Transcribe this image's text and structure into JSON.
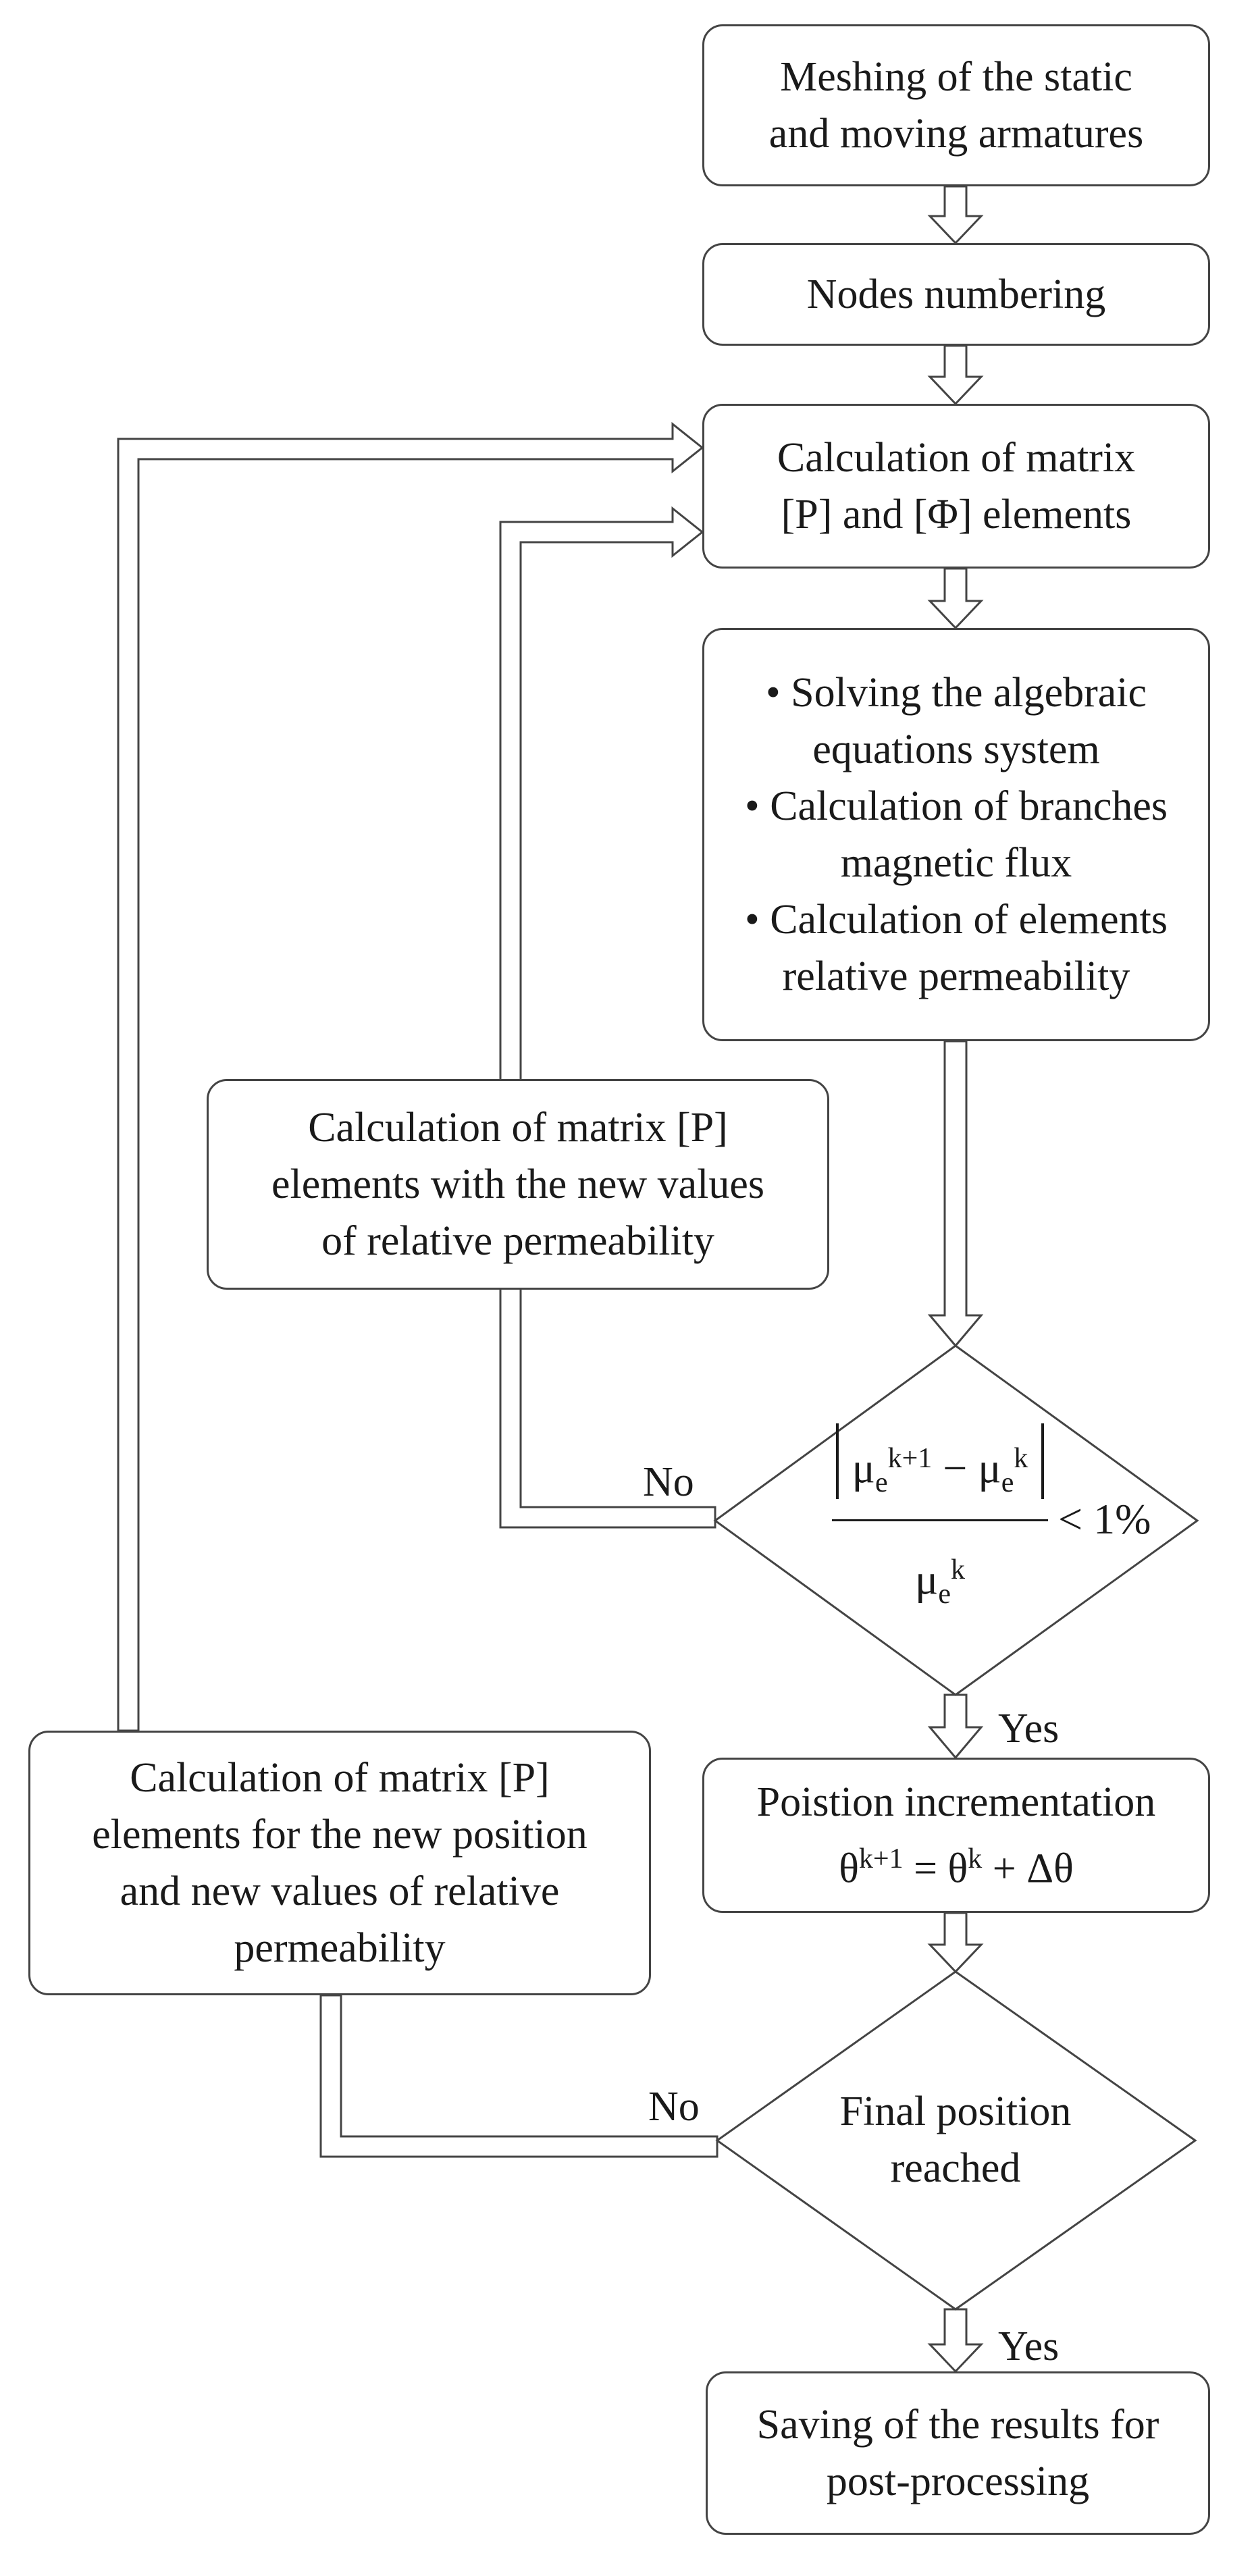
{
  "flowchart": {
    "box_meshing": [
      "Meshing of the static",
      "and moving armatures"
    ],
    "box_nodes": "Nodes numbering",
    "box_calc_matrix": [
      "Calculation of matrix",
      "[P] and [Φ] elements"
    ],
    "box_solving": [
      "Solving the algebraic",
      "equations system",
      "Calculation of branches",
      "magnetic flux",
      "Calculation of elements",
      "relative permeability"
    ],
    "box_recalc_perm": [
      "Calculation of matrix [P]",
      "elements with the new values",
      "of relative permeability"
    ],
    "box_recalc_position": [
      "Calculation of matrix [P]",
      "elements for the new position",
      "and new values of relative",
      "permeability"
    ],
    "box_increment": [
      "Poistion incrementation",
      "θ",
      "k+1",
      " = θ",
      "k",
      " + Δθ"
    ],
    "box_final": [
      "Final position",
      "reached"
    ],
    "box_saving": [
      "Saving of the results for",
      "post-processing"
    ],
    "formula": {
      "mu": "μ",
      "sub": "e",
      "sup_next": "k+1",
      "sup_cur": "k",
      "minus": "−",
      "threshold": "< 1%"
    },
    "labels": {
      "no": "No",
      "yes": "Yes"
    }
  }
}
